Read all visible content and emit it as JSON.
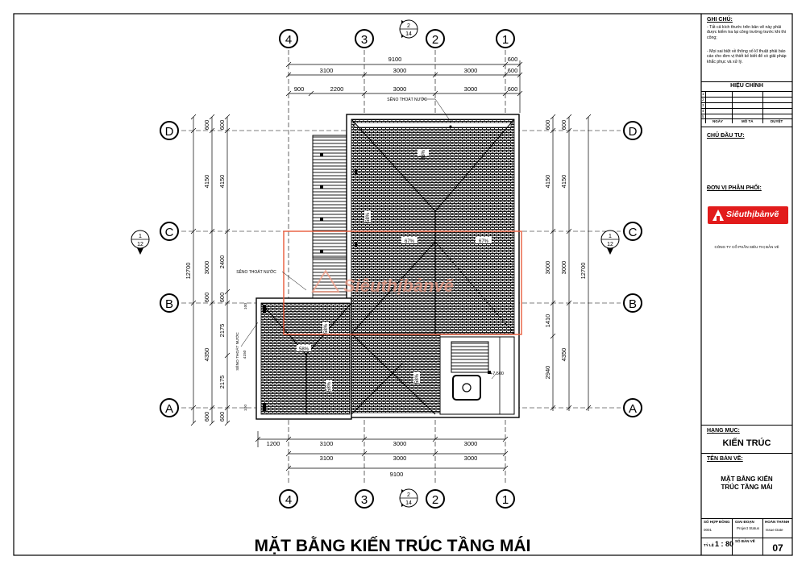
{
  "title": "MẶT BẰNG KIẾN TRÚC TẦNG MÁI",
  "grid": {
    "cols": [
      "4",
      "3",
      "2",
      "1"
    ],
    "rows": [
      "D",
      "C",
      "B",
      "A"
    ]
  },
  "section_markers": {
    "vertical": {
      "num": "2",
      "sheet": "14"
    },
    "horizontal": {
      "num": "1",
      "sheet": "12"
    }
  },
  "dims_top": {
    "overall": "9100",
    "right_600a": "600",
    "row2": [
      "3100",
      "3000",
      "3000",
      "600"
    ],
    "row3": [
      "900",
      "2200",
      "3000",
      "3000",
      "600"
    ]
  },
  "dims_bottom": {
    "row1": [
      "1200",
      "3100",
      "3000",
      "3000"
    ],
    "row2": [
      "3100",
      "3000",
      "3000"
    ],
    "overall": "9100"
  },
  "dims_left": {
    "outer": [
      "600",
      "4150",
      "3000",
      "600",
      "4350",
      "600"
    ],
    "overall": "12700",
    "inner": [
      "600",
      "4150",
      "2400",
      "600",
      "2175",
      "2175",
      "600"
    ]
  },
  "dims_right": {
    "inner": [
      "600",
      "4150",
      "3000",
      "1410",
      "2940"
    ],
    "outer": [
      "600",
      "4150",
      "3000",
      "4350"
    ],
    "overall": "12700"
  },
  "labels": {
    "gutter_top": "SÊNO THOÁT NƯỚC",
    "gutter_mid": "SÊNO THOÁT NƯỚC",
    "gutter_left": "SÊNO THOÁT NƯỚC",
    "gutter_left_dim": "4150",
    "dim_100a": "100",
    "dim_100b": "100",
    "slope_a": "58%",
    "slope_b": "58%",
    "slope_c": "67%",
    "slope_d": "67%",
    "slope_e": "58%",
    "slope_f": "58%",
    "slope_g": "58%",
    "slope_h": "58%",
    "level": "+7.500"
  },
  "watermark": "Siêuthịbảnvẽ",
  "panel": {
    "notes_label": "GHI CHÚ:",
    "note1": "- Tất cả kích thước trên bản vẽ này phải được kiểm tra lại công trường trước khi thi công;",
    "note2": "- Mọi sai biệt về thông số kĩ thuật phải báo cáo cho đơn vị thiết kế biết để có giải pháp khắc phục và xử lý.",
    "revision_title": "HIỆU CHỈNH",
    "rev_nums": [
      "1",
      "2",
      "3",
      "4",
      "5"
    ],
    "col_date": "NGÀY",
    "col_desc": "MÔ TẢ",
    "col_approve": "DUYỆT",
    "owner_label": "CHỦ ĐẦU TƯ:",
    "distributor_label": "ĐƠN VỊ PHÂN PHỐI:",
    "logo_text": "Siêuthịbảnvẽ",
    "company": "CÔNG TY CỔ PHẦN SIÊU THỊ BẢN VẼ",
    "category_label": "HẠNG MỤC:",
    "category": "KIẾN TRÚC",
    "drawing_name_label": "TÊN BẢN VẼ:",
    "drawing_name": "MẶT BẰNG KIẾN TRÚC TẦNG MÁI",
    "contract_label": "SỐ HỢP ĐỒNG",
    "contract_no": "0001",
    "stage_label": "GIAI ĐOẠN",
    "stage": "Project Status",
    "finish_label": "HOÀN THÀNH",
    "finish": "Issue Date",
    "scale_label": "TỶ LỆ",
    "scale": "1 : 80",
    "sheet_label": "SỐ BẢN VẼ",
    "sheet_no": "07"
  }
}
